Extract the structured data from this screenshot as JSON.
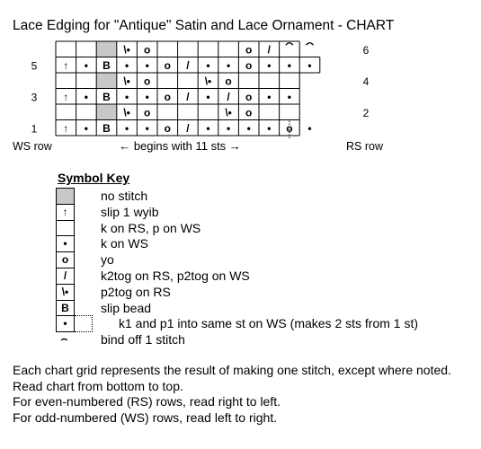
{
  "title": "Lace Edging for \"Antique\" Satin and Lace Ornament - CHART",
  "chart": {
    "row_numbers": [
      {
        "row": 0,
        "side": "right",
        "label": "6"
      },
      {
        "row": 1,
        "side": "left",
        "label": "5"
      },
      {
        "row": 2,
        "side": "right",
        "label": "4"
      },
      {
        "row": 3,
        "side": "left",
        "label": "3"
      },
      {
        "row": 4,
        "side": "right",
        "label": "2"
      },
      {
        "row": 5,
        "side": "left",
        "label": "1"
      }
    ],
    "ws_row_label": "WS row",
    "rs_row_label": "RS row",
    "begins_label": "← begins with 11 sts →",
    "grid": [
      [
        "",
        "",
        "G",
        "\\•",
        "o",
        "",
        "",
        "",
        "",
        "o",
        "/",
        "⌢",
        "⌢"
      ],
      [
        "↑",
        "•",
        "B",
        "•",
        "•",
        "o",
        "/",
        "•",
        "•",
        "o",
        "•",
        "•",
        "•"
      ],
      [
        "",
        "",
        "G",
        "\\•",
        "o",
        "",
        "",
        "\\•",
        "o",
        "",
        "",
        "",
        ""
      ],
      [
        "↑",
        "•",
        "B",
        "•",
        "•",
        "o",
        "/",
        "•",
        "/",
        "o",
        "•",
        "•",
        ""
      ],
      [
        "",
        "",
        "G",
        "\\•",
        "o",
        "",
        "",
        "",
        "\\•",
        "o",
        "",
        "",
        ""
      ],
      [
        "↑",
        "•",
        "B",
        "•",
        "•",
        "o",
        "/",
        "•",
        "•",
        "•",
        "•",
        "o",
        "•|"
      ]
    ]
  },
  "symbol_key": {
    "title": "Symbol Key",
    "items": [
      {
        "symbol": "",
        "style": "gray",
        "label": "no stitch"
      },
      {
        "symbol": "↑",
        "style": "box",
        "label": "slip 1 wyib"
      },
      {
        "symbol": "",
        "style": "box",
        "label": "k on RS, p on WS"
      },
      {
        "symbol": "•",
        "style": "box",
        "label": "k on WS"
      },
      {
        "symbol": "o",
        "style": "box",
        "label": "yo"
      },
      {
        "symbol": "/",
        "style": "box",
        "label": "k2tog on RS, p2tog on WS"
      },
      {
        "symbol": "\\•",
        "style": "box",
        "label": "p2tog on RS"
      },
      {
        "symbol": "B",
        "style": "box",
        "label": "slip bead"
      },
      {
        "symbol": "•",
        "style": "double",
        "label": "k1 and p1 into same st on WS (makes 2 sts from 1 st)"
      },
      {
        "symbol": "⌢",
        "style": "none",
        "label": "bind off 1 stitch"
      }
    ]
  },
  "notes": [
    "Each chart grid represents the result of making one stitch, except where noted.",
    "Read chart from bottom to top.",
    "For even-numbered (RS) rows, read right to left.",
    "For odd-numbered (WS) rows, read left to right."
  ]
}
